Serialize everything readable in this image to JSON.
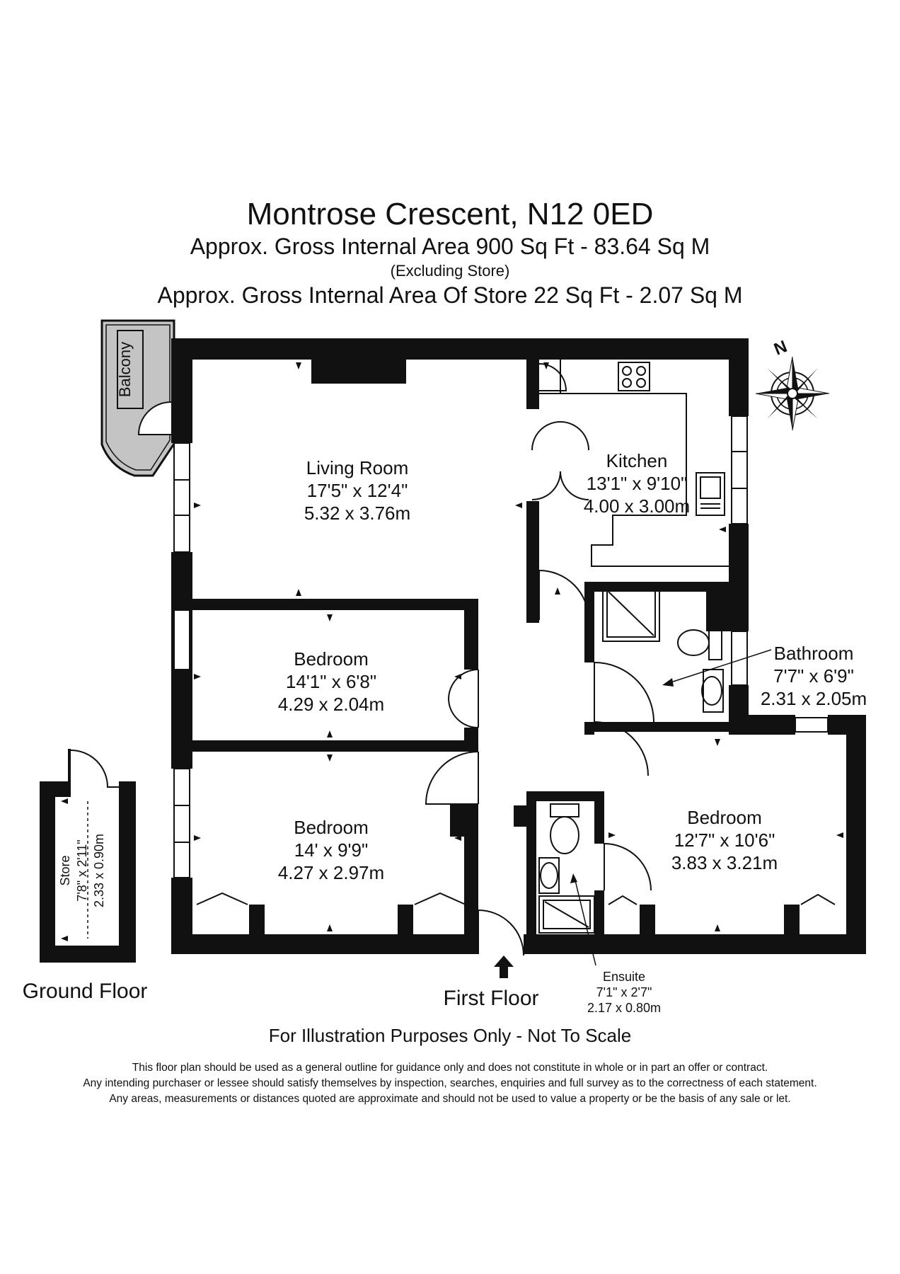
{
  "header": {
    "title": "Montrose Crescent, N12 0ED",
    "gross_area": "Approx. Gross Internal Area   900 Sq Ft  -  83.64 Sq M",
    "gross_area_note": "(Excluding Store)",
    "store_area": "Approx. Gross Internal Area Of Store   22 Sq Ft  -  2.07 Sq M"
  },
  "rooms": {
    "living": {
      "name": "Living Room",
      "imperial": "17'5\" x 12'4\"",
      "metric": "5.32 x 3.76m"
    },
    "kitchen": {
      "name": "Kitchen",
      "imperial": "13'1\" x 9'10\"",
      "metric": "4.00 x 3.00m"
    },
    "bedroom1": {
      "name": "Bedroom",
      "imperial": "14'1\" x 6'8\"",
      "metric": "4.29 x 2.04m"
    },
    "bedroom2": {
      "name": "Bedroom",
      "imperial": "14' x 9'9\"",
      "metric": "4.27 x 2.97m"
    },
    "bedroom3": {
      "name": "Bedroom",
      "imperial": "12'7\" x 10'6\"",
      "metric": "3.83 x 3.21m"
    },
    "bathroom": {
      "name": "Bathroom",
      "imperial": "7'7\" x 6'9\"",
      "metric": "2.31 x 2.05m"
    },
    "ensuite": {
      "name": "Ensuite",
      "imperial": "7'1\" x 2'7\"",
      "metric": "2.17 x 0.80m"
    },
    "store": {
      "name": "Store",
      "imperial": "7'8\" x 2'11\"",
      "metric": "2.33 x 0.90m"
    },
    "balcony": {
      "name": "Balcony"
    }
  },
  "floors": {
    "ground": "Ground Floor",
    "first": "First Floor"
  },
  "compass": {
    "label": "N"
  },
  "footer": {
    "illustration": "For Illustration Purposes Only - Not To Scale",
    "disclaimer": [
      "This floor plan should be used as a general outline for guidance only and does not constitute in whole or in part an offer or contract.",
      "Any intending purchaser or lessee should satisfy themselves by inspection, searches, enquiries and full survey as to the correctness of each statement.",
      "Any areas, measurements or distances quoted are approximate and should not be used to value a property or be the basis of any sale or let."
    ]
  },
  "colors": {
    "wall": "#111111",
    "balcony_fill": "#c4c4c4",
    "background": "#ffffff"
  }
}
